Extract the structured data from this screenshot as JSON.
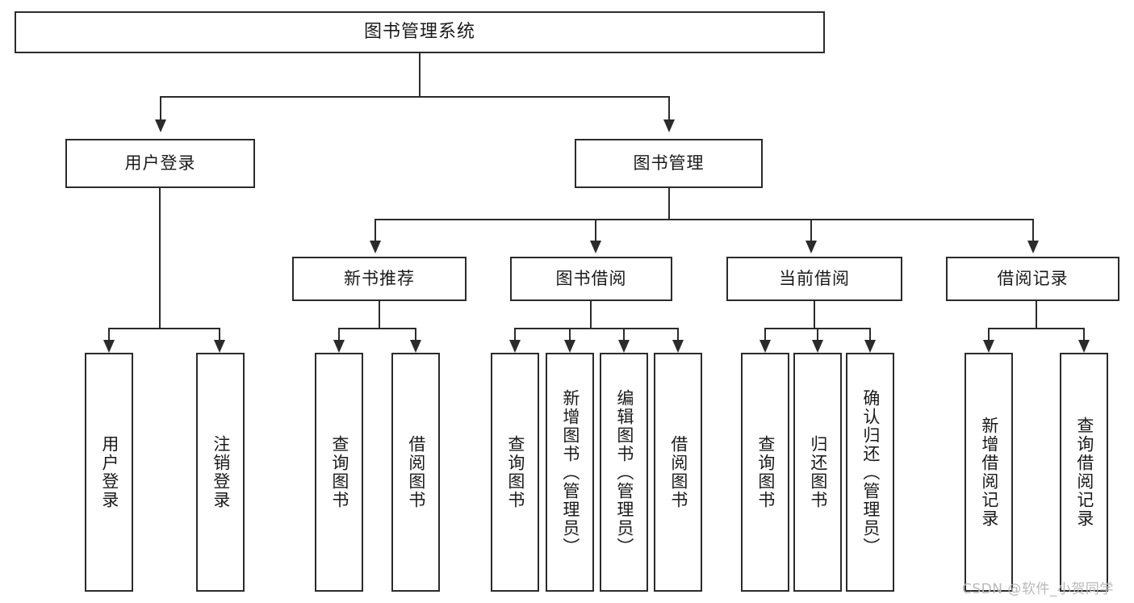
{
  "diagram": {
    "title": "图书管理系统",
    "type": "hierarchy-tree",
    "levels": 4,
    "root": {
      "label": "图书管理系统",
      "children": [
        {
          "label": "用户登录",
          "children": [
            {
              "label": "用户登录"
            },
            {
              "label": "注销登录"
            }
          ]
        },
        {
          "label": "图书管理",
          "children": [
            {
              "label": "新书推荐",
              "children": [
                {
                  "label": "查询图书"
                },
                {
                  "label": "借阅图书"
                }
              ]
            },
            {
              "label": "图书借阅",
              "children": [
                {
                  "label": "查询图书"
                },
                {
                  "label": "新增图书（管理员）"
                },
                {
                  "label": "编辑图书（管理员）"
                },
                {
                  "label": "借阅图书"
                }
              ]
            },
            {
              "label": "当前借阅",
              "children": [
                {
                  "label": "查询图书"
                },
                {
                  "label": "归还图书"
                },
                {
                  "label": "确认归还（管理员）"
                }
              ]
            },
            {
              "label": "借阅记录",
              "children": [
                {
                  "label": "新增借阅记录"
                },
                {
                  "label": "查询借阅记录"
                }
              ]
            }
          ]
        }
      ]
    }
  },
  "nodes": {
    "root": "图书管理系统",
    "user_login": "用户登录",
    "book_manage": "图书管理",
    "new_book_rec": "新书推荐",
    "book_borrow": "图书借阅",
    "current_borrow": "当前借阅",
    "borrow_record": "借阅记录",
    "leaf_user_login": "用户登录",
    "leaf_logout": "注销登录",
    "leaf_query_book_1": "查询图书",
    "leaf_borrow_book_1": "借阅图书",
    "leaf_query_book_2": "查询图书",
    "leaf_add_book": "新增图书（管理员）",
    "leaf_edit_book": "编辑图书（管理员）",
    "leaf_borrow_book_2": "借阅图书",
    "leaf_query_book_3": "查询图书",
    "leaf_return_book": "归还图书",
    "leaf_confirm_return": "确认归还（管理员）",
    "leaf_add_record": "新增借阅记录",
    "leaf_query_record": "查询借阅记录"
  },
  "watermark": {
    "text": "CSDN @软件_小贺同学"
  },
  "colors": {
    "border": "#2b2b2b",
    "background": "#ffffff",
    "text": "#1a1a1a",
    "watermark": "#b9b9b9"
  }
}
